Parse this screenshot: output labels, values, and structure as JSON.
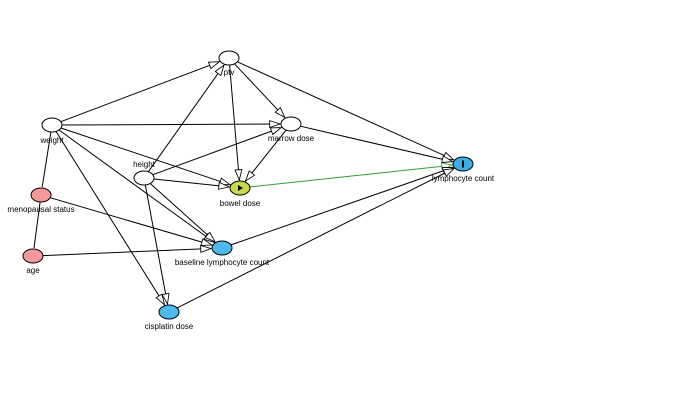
{
  "colors": {
    "background": "#ffffff",
    "edge_default": "#000000",
    "edge_causal": "#2ca02c",
    "node_default_fill": "#ffffff",
    "node_exposure_fill": "#c8d94a",
    "node_outcome_fill": "#3cb0e6",
    "node_ancestor_outcome_fill": "#4db8ea",
    "node_adjusted_fill": "#f59a9a",
    "node_stroke": "#000000"
  },
  "nodes": [
    {
      "id": "ptv",
      "label": "ptv",
      "role": "default",
      "icon": ""
    },
    {
      "id": "marrow_dose",
      "label": "marrow dose",
      "role": "default",
      "icon": ""
    },
    {
      "id": "weight",
      "label": "weight",
      "role": "default",
      "icon": ""
    },
    {
      "id": "height",
      "label": "height",
      "role": "default",
      "icon": ""
    },
    {
      "id": "bowel_dose",
      "label": "bowel dose",
      "role": "exposure",
      "icon": "play-icon"
    },
    {
      "id": "lymphocyte_count",
      "label": "lymphocyte count",
      "role": "outcome",
      "icon": "outcome-bar-icon"
    },
    {
      "id": "menopausal_status",
      "label": "menopausal status",
      "role": "adjusted",
      "icon": ""
    },
    {
      "id": "age",
      "label": "age",
      "role": "adjusted",
      "icon": ""
    },
    {
      "id": "baseline_lymphocyte_count",
      "label": "baseline lymphocyte count",
      "role": "ancestor_outcome",
      "icon": ""
    },
    {
      "id": "cisplatin_dose",
      "label": "cisplatin dose",
      "role": "ancestor_outcome",
      "icon": ""
    }
  ],
  "edges": [
    {
      "from": "weight",
      "to": "ptv",
      "kind": "default"
    },
    {
      "from": "weight",
      "to": "marrow_dose",
      "kind": "default"
    },
    {
      "from": "weight",
      "to": "bowel_dose",
      "kind": "default"
    },
    {
      "from": "weight",
      "to": "baseline_lymphocyte_count",
      "kind": "default"
    },
    {
      "from": "weight",
      "to": "cisplatin_dose",
      "kind": "default"
    },
    {
      "from": "weight",
      "to": "menopausal_status",
      "kind": "line"
    },
    {
      "from": "height",
      "to": "ptv",
      "kind": "default"
    },
    {
      "from": "height",
      "to": "marrow_dose",
      "kind": "default"
    },
    {
      "from": "height",
      "to": "bowel_dose",
      "kind": "default"
    },
    {
      "from": "height",
      "to": "baseline_lymphocyte_count",
      "kind": "default"
    },
    {
      "from": "height",
      "to": "cisplatin_dose",
      "kind": "default"
    },
    {
      "from": "ptv",
      "to": "marrow_dose",
      "kind": "default"
    },
    {
      "from": "ptv",
      "to": "bowel_dose",
      "kind": "default"
    },
    {
      "from": "ptv",
      "to": "lymphocyte_count",
      "kind": "default"
    },
    {
      "from": "marrow_dose",
      "to": "bowel_dose",
      "kind": "default"
    },
    {
      "from": "marrow_dose",
      "to": "lymphocyte_count",
      "kind": "default"
    },
    {
      "from": "bowel_dose",
      "to": "lymphocyte_count",
      "kind": "causal"
    },
    {
      "from": "menopausal_status",
      "to": "baseline_lymphocyte_count",
      "kind": "default"
    },
    {
      "from": "menopausal_status",
      "to": "age",
      "kind": "line"
    },
    {
      "from": "age",
      "to": "baseline_lymphocyte_count",
      "kind": "default"
    },
    {
      "from": "baseline_lymphocyte_count",
      "to": "lymphocyte_count",
      "kind": "default"
    },
    {
      "from": "cisplatin_dose",
      "to": "lymphocyte_count",
      "kind": "default"
    }
  ]
}
